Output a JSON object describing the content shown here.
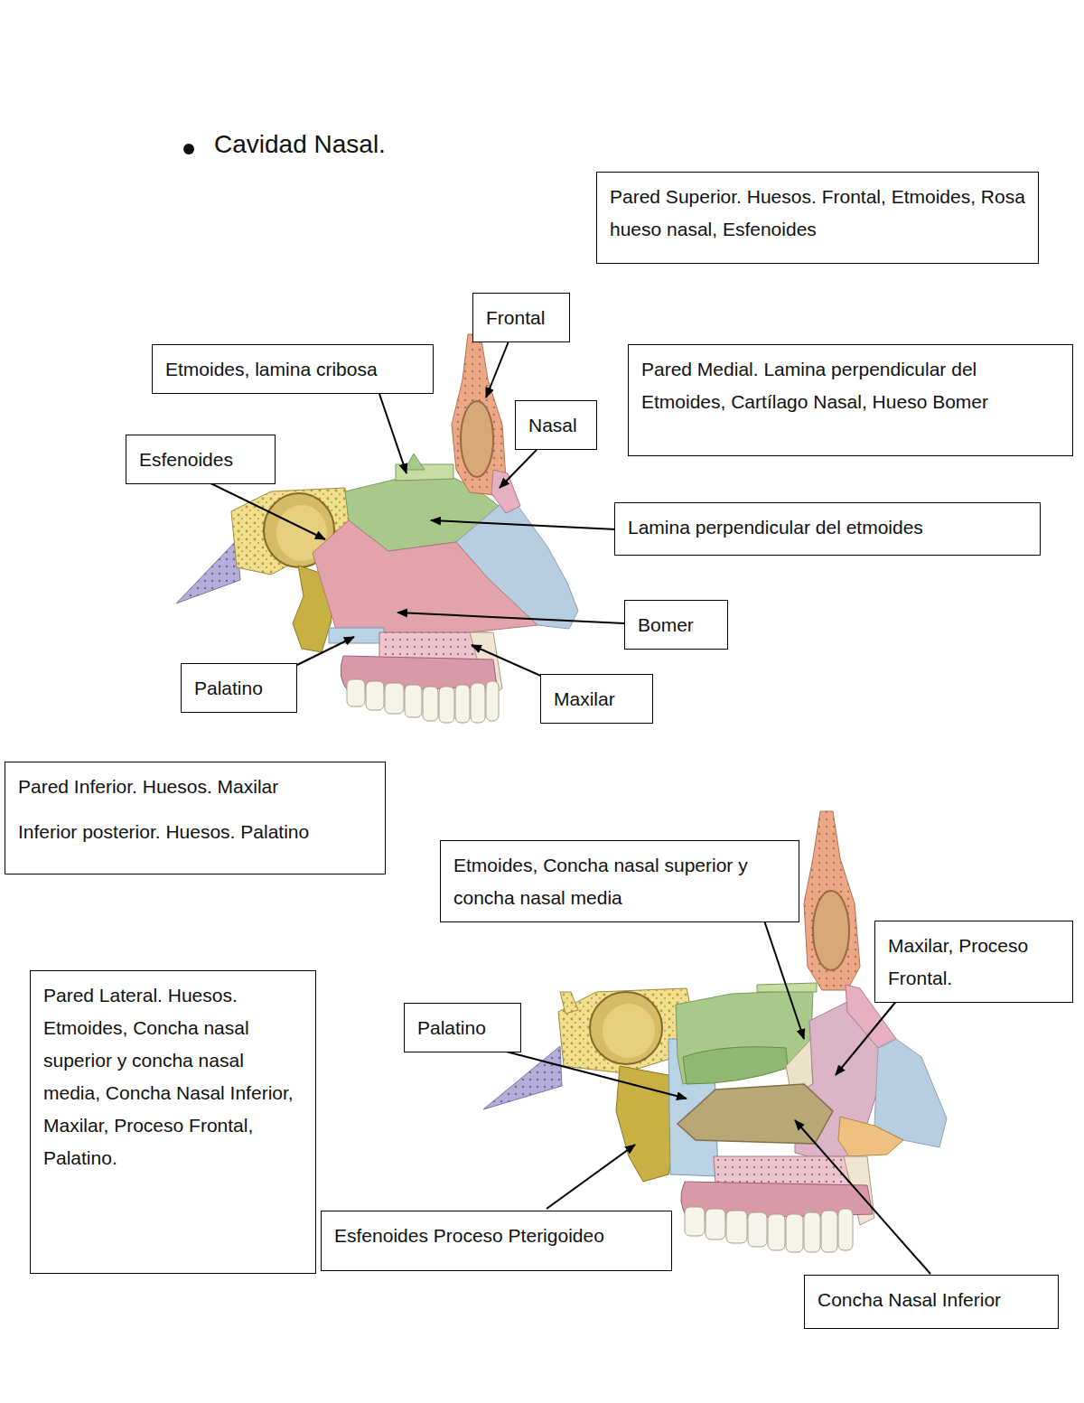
{
  "diagram": {
    "title": "Cavidad Nasal.",
    "nodes": [
      {
        "text": [
          "Pared Superior. Huesos. Frontal, Etmoides, Rosa hueso nasal, Esfenoides"
        ]
      },
      {
        "text": [
          "Frontal"
        ]
      },
      {
        "text": [
          "Etmoides, lamina cribosa"
        ]
      },
      {
        "text": [
          "Pared Medial. Lamina perpendicular del Etmoides, Cartílago Nasal, Hueso Bomer"
        ]
      },
      {
        "text": [
          "Nasal"
        ]
      },
      {
        "text": [
          "Esfenoides"
        ]
      },
      {
        "text": [
          "Lamina perpendicular del etmoides"
        ]
      },
      {
        "text": [
          "Bomer"
        ]
      },
      {
        "text": [
          "Palatino"
        ]
      },
      {
        "text": [
          "Maxilar"
        ]
      },
      {
        "text": [
          "Pared Inferior. Huesos. Maxilar",
          "Inferior posterior. Huesos. Palatino"
        ]
      },
      {
        "text": [
          "Etmoides, Concha nasal superior y concha nasal media"
        ]
      },
      {
        "text": [
          "Maxilar, Proceso Frontal."
        ]
      },
      {
        "text": [
          "Pared Lateral. Huesos. Etmoides, Concha nasal superior y concha nasal media, Concha Nasal Inferior, Maxilar, Proceso Frontal, Palatino."
        ]
      },
      {
        "text": [
          "Palatino"
        ]
      },
      {
        "text": [
          "Esfenoides Proceso Pterigoideo"
        ]
      },
      {
        "text": [
          "Concha Nasal Inferior"
        ]
      }
    ]
  }
}
